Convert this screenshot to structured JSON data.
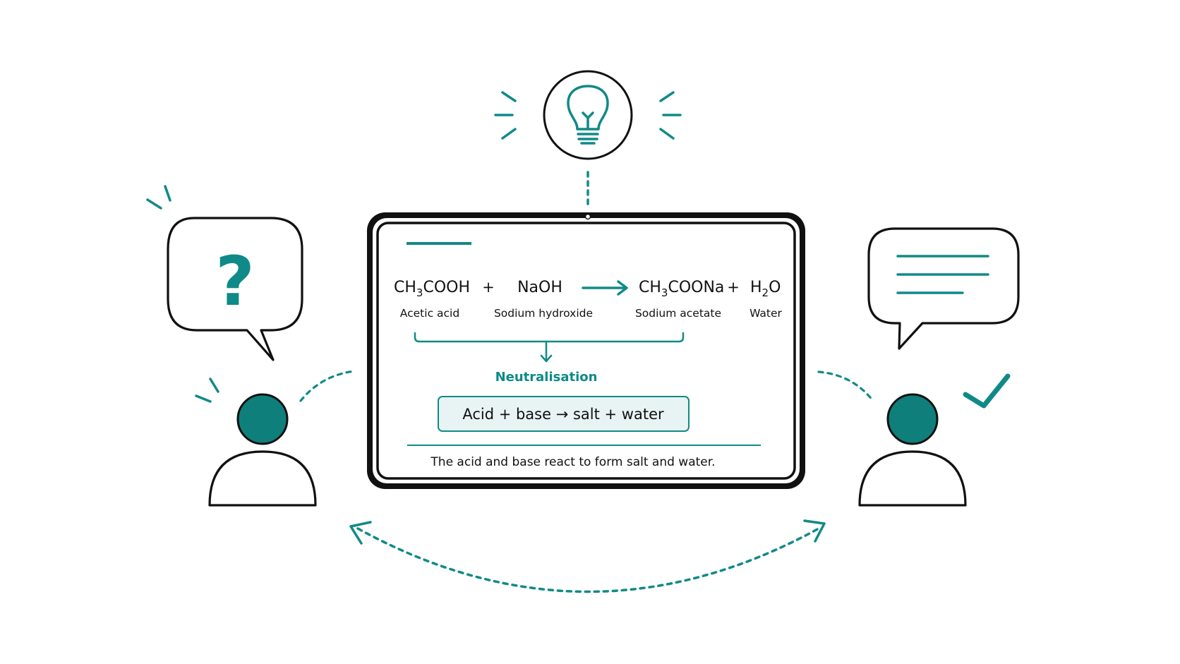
{
  "colors": {
    "teal": "#108a88",
    "teal_fill": "#0f7f7b",
    "light_teal": "#e8f4f3",
    "outline": "#111111",
    "background": "#ffffff"
  },
  "equation": {
    "reactant1": {
      "formula_main": "CH",
      "formula_sub": "3",
      "formula_tail": "COOH",
      "name": "Acetic acid"
    },
    "plus1": "+",
    "reactant2": {
      "formula": "NaOH",
      "name": "Sodium hydroxide"
    },
    "product1": {
      "formula_main": "CH",
      "formula_sub": "3",
      "formula_tail": "COONa",
      "name": "Sodium acetate"
    },
    "plus2": "+",
    "product2": {
      "formula_main": "H",
      "formula_sub": "2",
      "formula_tail": "O",
      "name": "Water"
    }
  },
  "reaction_type": "Neutralisation",
  "general_rule": "Acid + base → salt + water",
  "summary": "The acid and base react to form salt and water.",
  "question_mark": "?",
  "icons": {
    "idea": "lightbulb-icon",
    "question": "question-mark-icon",
    "check": "checkmark-icon"
  }
}
